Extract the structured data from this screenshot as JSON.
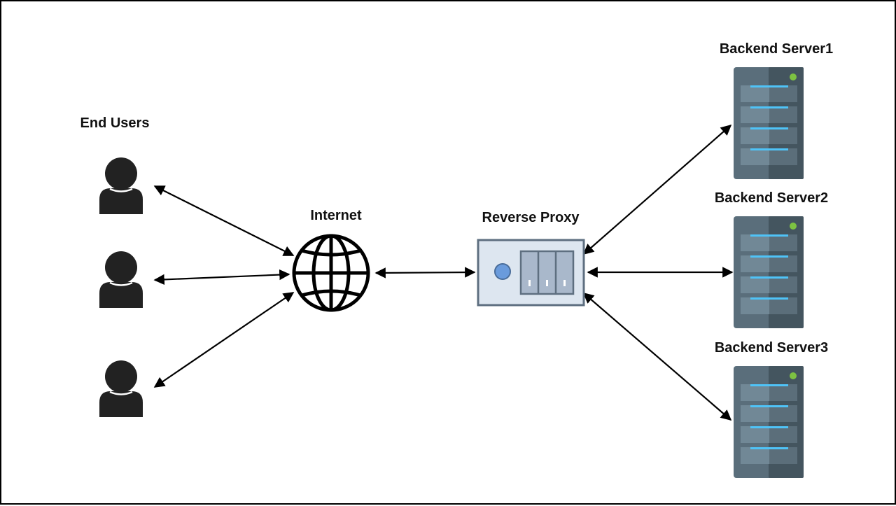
{
  "labels": {
    "end_users": "End Users",
    "internet": "Internet",
    "reverse_proxy": "Reverse Proxy",
    "server1": "Backend Server1",
    "server2": "Backend Server2",
    "server3": "Backend Server3"
  },
  "icons": {
    "user": "user-icon",
    "internet": "globe-icon",
    "proxy": "reverse-proxy-device-icon",
    "server": "server-rack-icon"
  },
  "colors": {
    "server_body_light": "#5a6e7b",
    "server_body_dark": "#44555f",
    "server_led": "#7dc242",
    "server_slot_light": "#718896",
    "server_slot_dark": "#5b6e7a",
    "server_bar": "#4fc3f7",
    "proxy_body": "#dde6f0",
    "proxy_border": "#5e6f80",
    "proxy_slot": "#a9b8cb",
    "proxy_button": "#6a9bdc",
    "user": "#222222",
    "arrow": "#000000"
  }
}
